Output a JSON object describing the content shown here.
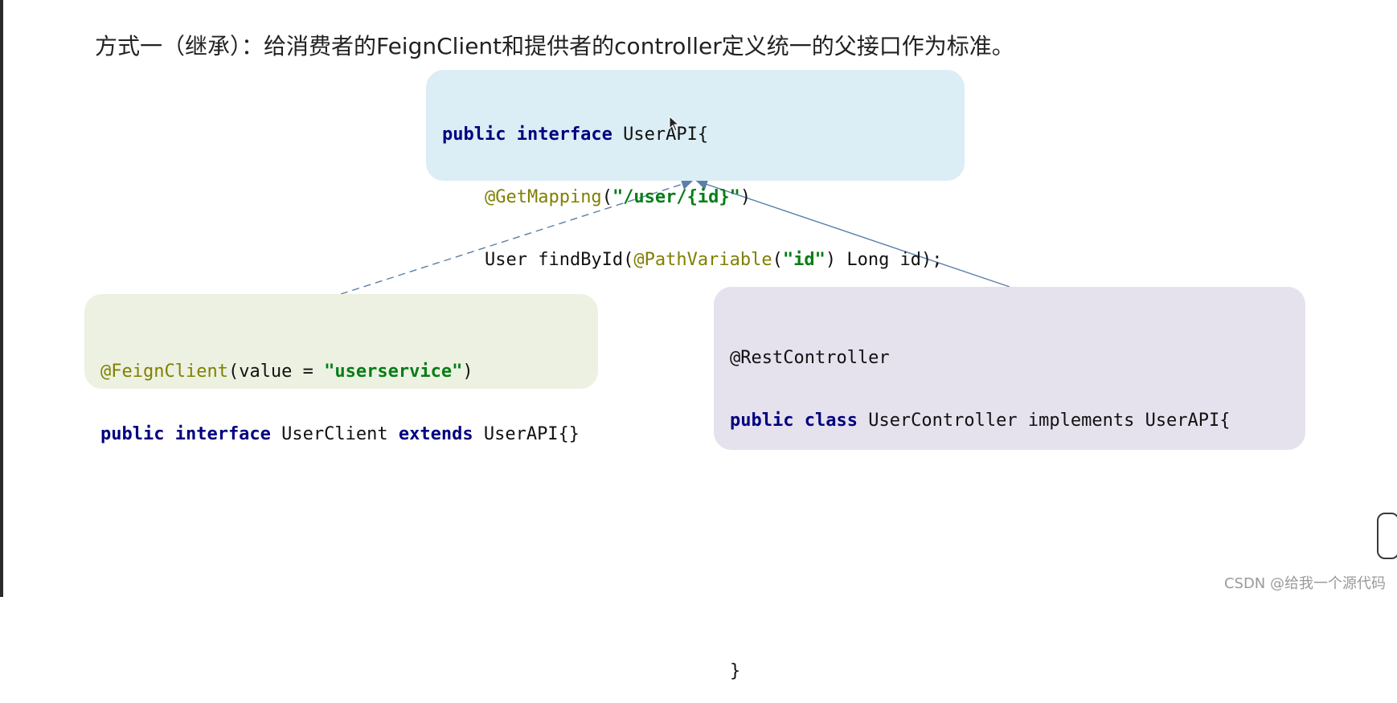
{
  "title": "方式一（继承）：给消费者的FeignClient和提供者的controller定义统一的父接口作为标准。",
  "userapi_box": {
    "line1": {
      "kw": "public interface",
      "rest": " UserAPI{"
    },
    "line2": {
      "indent": "    ",
      "ann": "@GetMapping",
      "open": "(",
      "str": "\"/user/{id}\"",
      "close": ")"
    },
    "line3": {
      "indent": "    ",
      "pre": "User findById(",
      "ann": "@PathVariable",
      "open": "(",
      "str": "\"id\"",
      "post": ") Long id);"
    },
    "line4": "}"
  },
  "client_box": {
    "line1": {
      "ann": "@FeignClient",
      "pre": "(value = ",
      "str": "\"userservice\"",
      "post": ")"
    },
    "line2": {
      "kw1": "public interface",
      "mid": " UserClient ",
      "kw2": "extends",
      "post": " UserAPI{}"
    }
  },
  "controller_box": {
    "line1": "@RestController",
    "line2": {
      "kw": "public class",
      "rest": " UserController implements UserAPI{"
    },
    "line6": "}"
  },
  "watermark": "CSDN @给我一个源代码",
  "colors": {
    "keyword": "#000080",
    "annotation": "#808000",
    "string": "#067d17",
    "userapi_bg": "#dbedf5",
    "client_bg": "#edf1e1",
    "controller_bg": "#e5e1ed",
    "arrow": "#5b7fa8"
  }
}
